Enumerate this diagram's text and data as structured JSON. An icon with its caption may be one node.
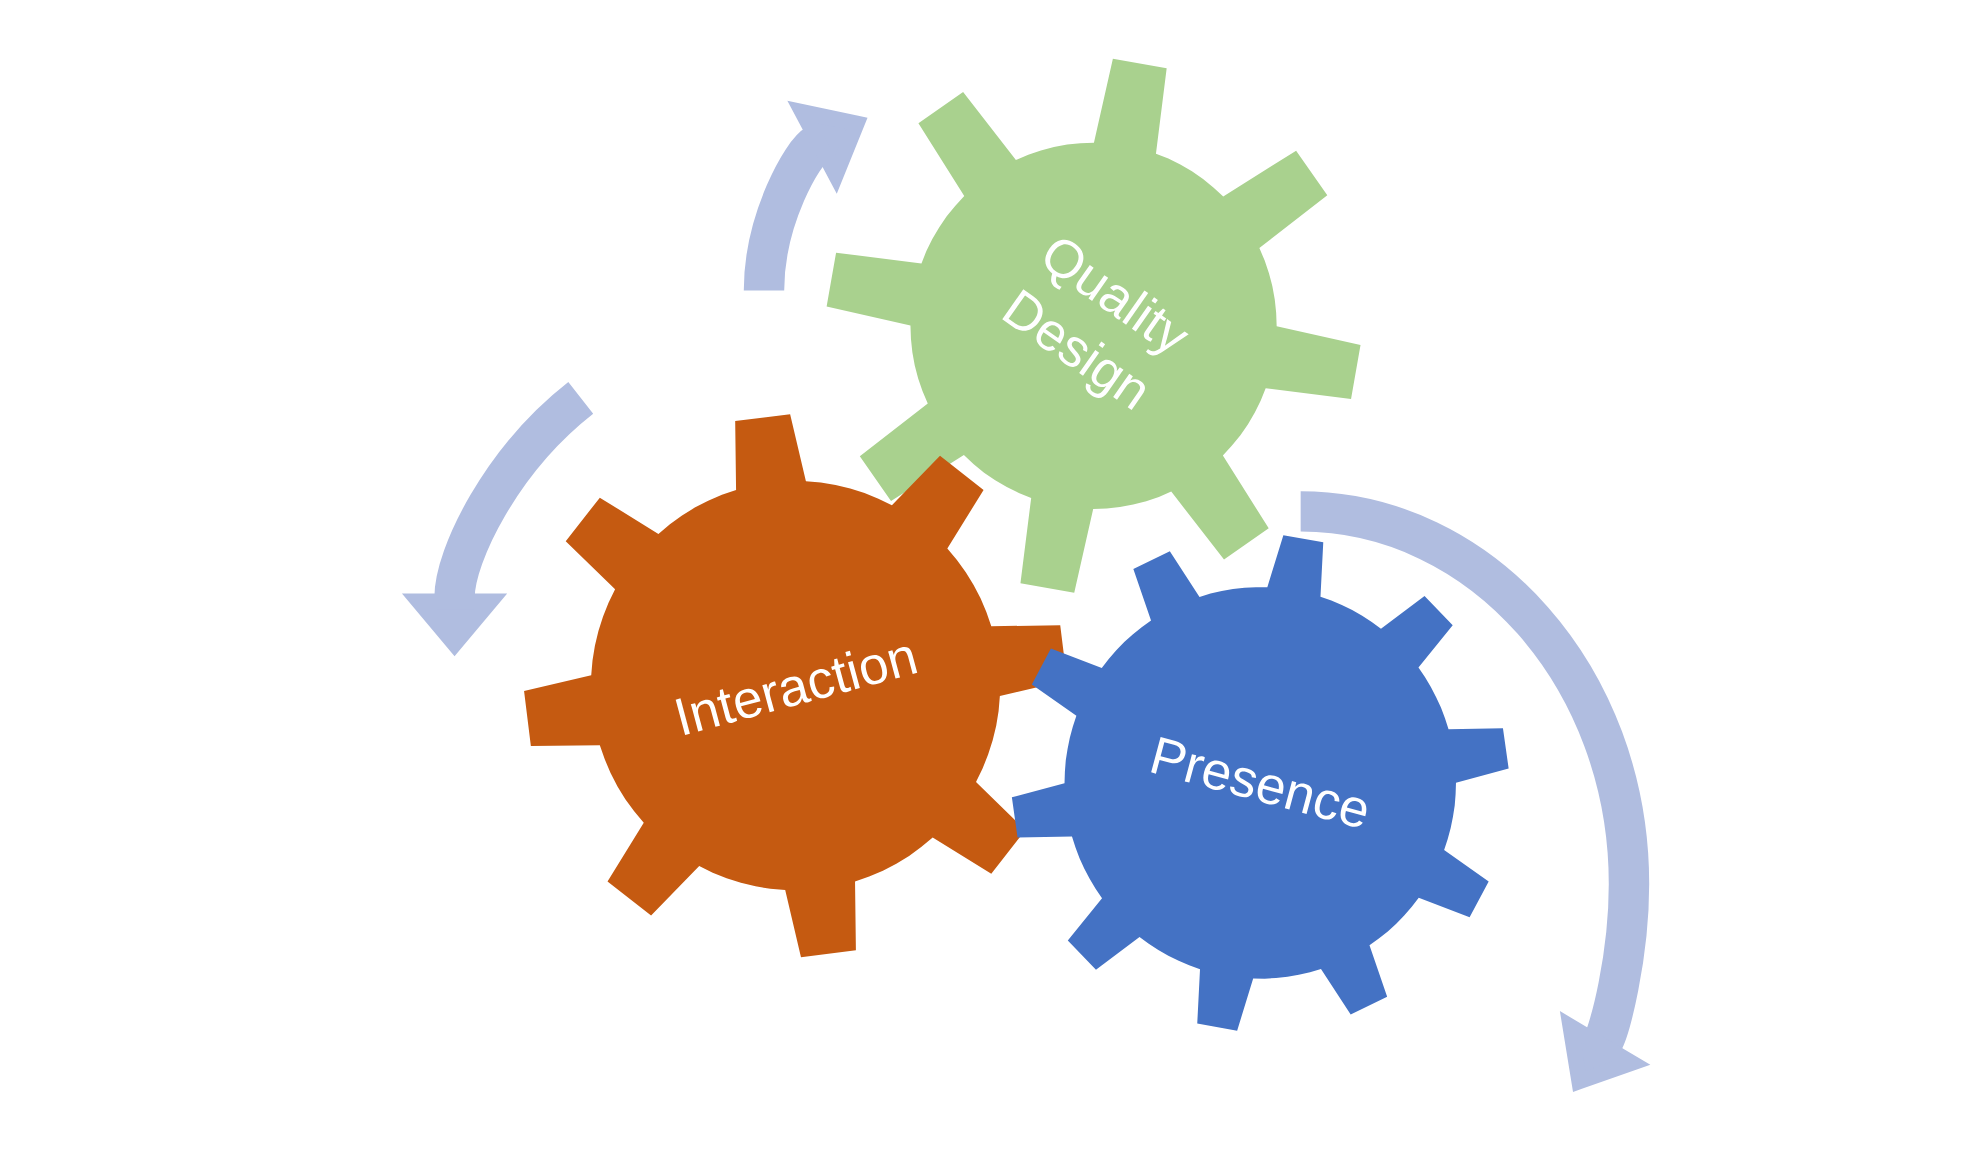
{
  "diagram": {
    "nodes": [
      {
        "text": [
          "Quality Design"
        ]
      },
      {
        "text": [
          "Interaction"
        ]
      },
      {
        "text": [
          "Presence"
        ]
      }
    ]
  }
}
